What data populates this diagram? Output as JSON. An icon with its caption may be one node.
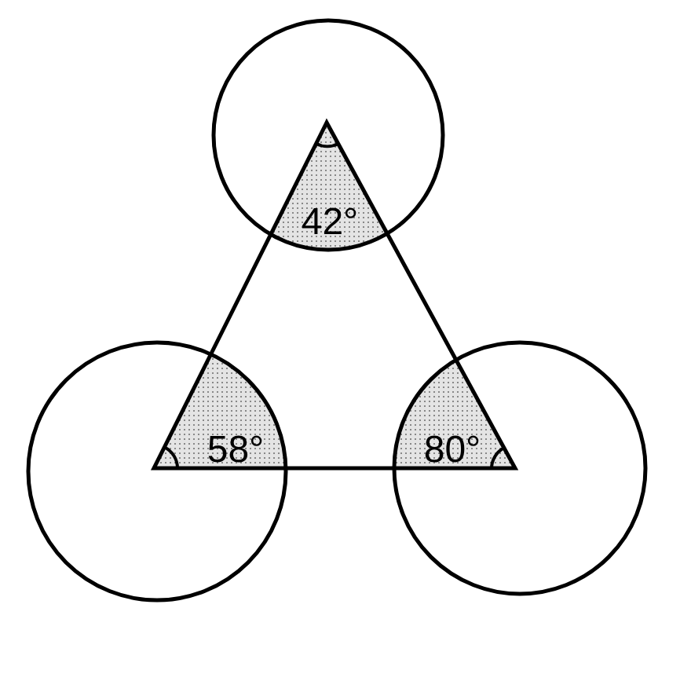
{
  "diagram": {
    "labels": [
      "42°",
      "58°",
      "80°"
    ]
  }
}
